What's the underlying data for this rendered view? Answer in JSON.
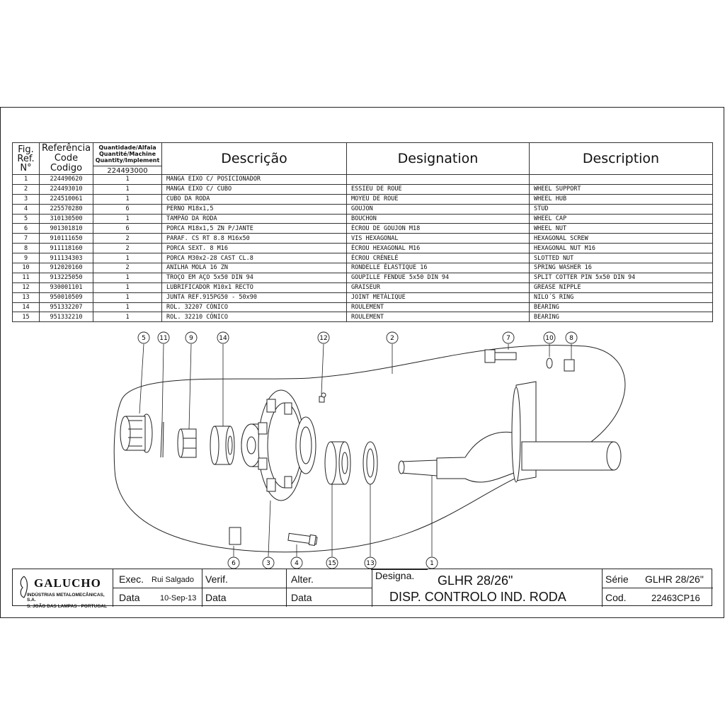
{
  "table": {
    "headers": {
      "fig": [
        "Fig.",
        "Ref.",
        "N°"
      ],
      "ref": [
        "Referência",
        "Code",
        "Codigo"
      ],
      "qty": [
        "Quantidade/Alfaia",
        "Quantité/Machine",
        "Quantity/Implement"
      ],
      "implement": "224493000",
      "descricao": "Descrição",
      "designation": "Designation",
      "description": "Description"
    },
    "rows": [
      {
        "fig": "1",
        "code": "224490620",
        "qty": "1",
        "pt": "MANGA EIXO C/ POSICIONADOR",
        "fr": "",
        "en": ""
      },
      {
        "fig": "2",
        "code": "224493010",
        "qty": "1",
        "pt": "MANGA EIXO C/ CUBO",
        "fr": "ESSIEU DE ROUE",
        "en": "WHEEL SUPPORT"
      },
      {
        "fig": "3",
        "code": "224510061",
        "qty": "1",
        "pt": "CUBO DA RODA",
        "fr": "MOYEU DE ROUE",
        "en": "WHEEL HUB"
      },
      {
        "fig": "4",
        "code": "225570280",
        "qty": "6",
        "pt": "PERNO M18x1,5",
        "fr": "GOUJON",
        "en": "STUD"
      },
      {
        "fig": "5",
        "code": "310130500",
        "qty": "1",
        "pt": "TAMPÃO DA RODA",
        "fr": "BOUCHON",
        "en": "WHEEL CAP"
      },
      {
        "fig": "6",
        "code": "901301810",
        "qty": "6",
        "pt": "PORCA M18x1,5 ZN P/JANTE",
        "fr": "ÉCROU DE GOUJON M18",
        "en": "WHEEL NUT"
      },
      {
        "fig": "7",
        "code": "910111650",
        "qty": "2",
        "pt": "PARAF. CS RT 8.8 M16x50",
        "fr": "VIS HEXAGONAL",
        "en": "HEXAGONAL SCREW"
      },
      {
        "fig": "8",
        "code": "911118160",
        "qty": "2",
        "pt": "PORCA SEXT. 8 M16",
        "fr": "ÉCROU HEXAGONAL M16",
        "en": "HEXAGONAL NUT M16"
      },
      {
        "fig": "9",
        "code": "911134303",
        "qty": "1",
        "pt": "PORCA M30x2-28 CAST CL.8",
        "fr": "ÉCROU CRÉNELÉ",
        "en": "SLOTTED NUT"
      },
      {
        "fig": "10",
        "code": "912020160",
        "qty": "2",
        "pt": "ANILHA MOLA 16 ZN",
        "fr": "RONDELLE ÉLASTIQUE 16",
        "en": "SPRING WASHER 16"
      },
      {
        "fig": "11",
        "code": "913225050",
        "qty": "1",
        "pt": "TROÇO EM AÇO 5x50 DIN 94",
        "fr": "GOUPILLE FENDUE 5x50 DIN 94",
        "en": "SPLIT COTTER PIN 5x50 DIN 94"
      },
      {
        "fig": "12",
        "code": "930001101",
        "qty": "1",
        "pt": "LUBRIFICADOR M10x1 RECTO",
        "fr": "GRAISEUR",
        "en": "GREASE NIPPLE"
      },
      {
        "fig": "13",
        "code": "950010509",
        "qty": "1",
        "pt": "JUNTA REF.915PG50 - 50x90",
        "fr": "JOINT METÁLIQUE",
        "en": "NILO´S RING"
      },
      {
        "fig": "14",
        "code": "951332207",
        "qty": "1",
        "pt": "ROL. 32207 CÓNICO",
        "fr": "ROULEMENT",
        "en": "BEARING"
      },
      {
        "fig": "15",
        "code": "951332210",
        "qty": "1",
        "pt": "ROL. 32210 CÓNICO",
        "fr": "ROULEMENT",
        "en": "BEARING"
      }
    ]
  },
  "callouts": [
    "5",
    "11",
    "9",
    "14",
    "12",
    "2",
    "7",
    "10",
    "8",
    "6",
    "3",
    "4",
    "15",
    "13",
    "1"
  ],
  "title_block": {
    "company": "GALUCHO",
    "company_sub1": "INDÚSTRIAS METALOMECÂNICAS, S.A.",
    "company_sub2": "S. JOÃO DAS LAMPAS - PORTUGAL",
    "exec_label": "Exec.",
    "exec_value": "Rui Salgado",
    "verif_label": "Verif.",
    "alter_label": "Alter.",
    "data_label": "Data",
    "data_value": "10-Sep-13",
    "data_label2": "Data",
    "data_label3": "Data",
    "designa_label": "Designa.",
    "designa_line1": "GLHR 28/26\"",
    "designa_line2": "DISP. CONTROLO IND. RODA",
    "serie_label": "Série",
    "serie_value": "GLHR 28/26\"",
    "cod_label": "Cod.",
    "cod_value": "22463CP16"
  }
}
